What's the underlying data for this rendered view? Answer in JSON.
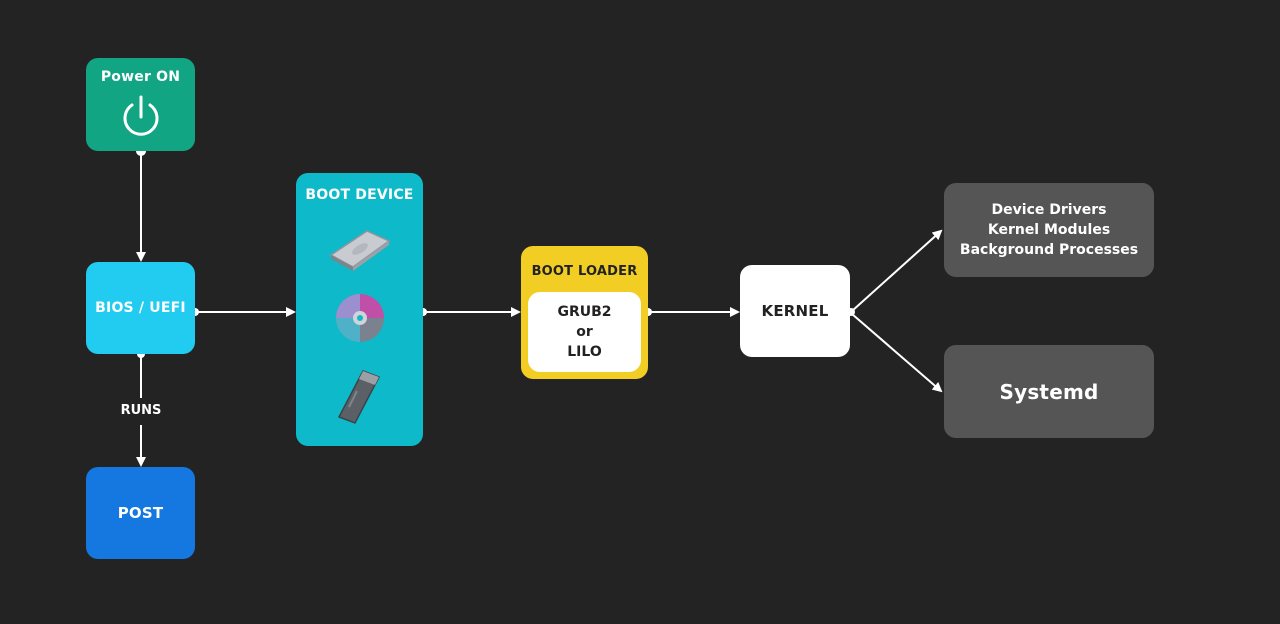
{
  "nodes": {
    "power": {
      "label": "Power ON",
      "icon": "power-icon",
      "color": "#11a584"
    },
    "bios": {
      "label": "BIOS / UEFI",
      "color": "#22ccf0"
    },
    "post": {
      "label": "POST",
      "color": "#1577e0"
    },
    "boot_device": {
      "label": "BOOT DEVICE",
      "color": "#0ebac9",
      "devices": [
        "hard-drive-icon",
        "optical-disc-icon",
        "usb-drive-icon"
      ]
    },
    "boot_loader": {
      "label": "BOOT LOADER",
      "color": "#f2cd24",
      "options": [
        "GRUB2",
        "or",
        "LILO"
      ]
    },
    "kernel": {
      "label": "KERNEL",
      "color": "#ffffff"
    },
    "drivers": {
      "lines": [
        "Device Drivers",
        "Kernel Modules",
        "Background Processes"
      ],
      "color": "#555555"
    },
    "systemd": {
      "label": "Systemd",
      "color": "#555555"
    }
  },
  "edges": {
    "runs": "RUNS"
  }
}
